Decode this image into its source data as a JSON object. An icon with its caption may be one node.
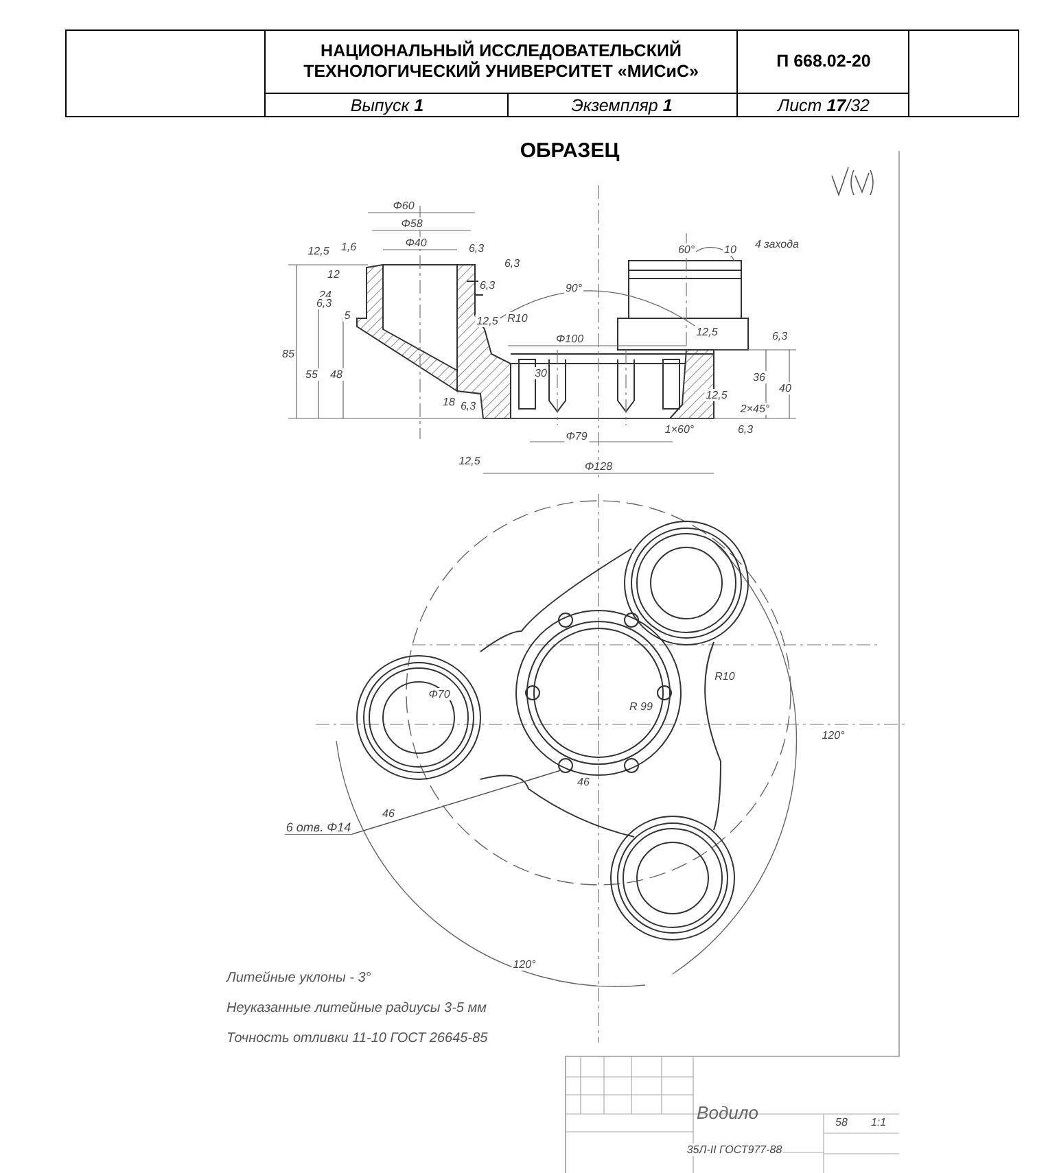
{
  "diagram": {
    "title": "ОБРАЗЕЦ",
    "nodes": [
      {
        "text": [
          "6 отв. Φ14"
        ]
      },
      {
        "text": [],
        "shape": "circle"
      }
    ],
    "edges": [
      {
        "from": 0,
        "to": 1,
        "arrow": "none"
      }
    ],
    "labels": [
      "НАЦИОНАЛЬНЫЙ ИССЛЕДОВАТЕЛЬСКИЙ ТЕХНОЛОГИЧЕСКИЙ УНИВЕРСИТЕТ «МИСиС»",
      "П 668.02-20",
      "Выпуск **1**",
      "Экземпляр **1**",
      "Лист **17**/32",
      "Φ60",
      "Φ58",
      "Φ40",
      "12,5",
      "1,6",
      "6,3",
      "6,3",
      "6,3",
      "12",
      "24",
      "6,3",
      "5",
      "85",
      "55",
      "48",
      "18",
      "6,3",
      "12,5",
      "R10",
      "90°",
      "Φ100",
      "30",
      "60°",
      "10",
      "4 захода",
      "12,5",
      "6,3",
      "36",
      "40",
      "12,5",
      "2×45°",
      "1×60°",
      "6,3",
      "Φ79",
      "12,5",
      "Φ128",
      "Φ70",
      "R10",
      "R 99",
      "120°",
      "46",
      "46",
      "120°",
      "Литейные уклоны - 3°",
      "Неуказанные литейные радиусы 3-5 мм",
      "Точность отливки 11-10 ГОСТ 26645-85",
      "Водило",
      "58",
      "1:1",
      "35Л-II ГОСТ977-88"
    ]
  }
}
